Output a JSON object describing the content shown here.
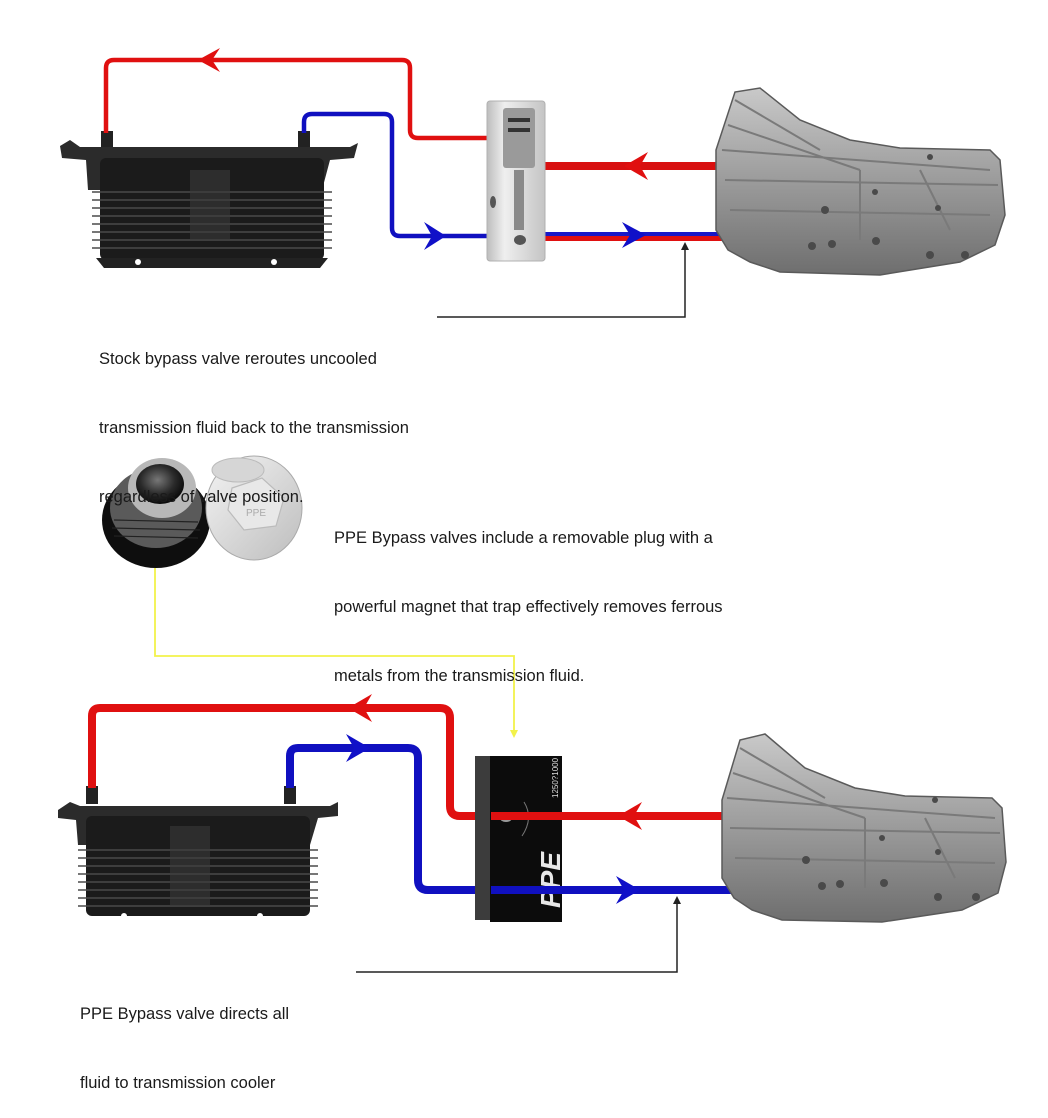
{
  "diagram": {
    "title": "Stock vs PPE transmission cooler bypass valve flow",
    "colors": {
      "hot_line": "#e01010",
      "cool_line": "#1010c8",
      "callout_line": "#222222",
      "plug_callout_line": "#f2f24a",
      "cooler": "#1c1c1c",
      "transmission": "#9a9a9a",
      "stock_valve": "#d4d4d4",
      "ppe_valve": "#111111"
    },
    "top_section": {
      "components": {
        "cooler": "transmission-cooler",
        "valve": "stock-bypass-valve",
        "transmission": "transmission"
      },
      "flow_arrows": [
        {
          "line": "hot",
          "direction": "left"
        },
        {
          "line": "hot",
          "direction": "left"
        },
        {
          "line": "cool",
          "direction": "right"
        },
        {
          "line": "cool-mixed",
          "direction": "right"
        }
      ],
      "caption": {
        "lines": [
          "Stock bypass valve reroutes uncooled",
          "transmission fluid back to the transmission",
          "regardless of valve position."
        ]
      }
    },
    "plug_section": {
      "components": [
        "magnetic-drain-plug",
        "removable-plug"
      ],
      "plug_logo": "PPE",
      "caption": {
        "lines": [
          "PPE Bypass valves include a removable plug with a",
          "powerful magnet that trap effectively removes ferrous",
          "metals from the transmission fluid."
        ]
      }
    },
    "bottom_section": {
      "components": {
        "cooler": "transmission-cooler",
        "valve": "ppe-bypass-valve",
        "transmission": "transmission"
      },
      "valve_label": {
        "brand": "PPE",
        "part_number": "1250?1000"
      },
      "flow_arrows": [
        {
          "line": "hot",
          "direction": "left"
        },
        {
          "line": "hot",
          "direction": "left"
        },
        {
          "line": "cool",
          "direction": "right"
        },
        {
          "line": "cool",
          "direction": "right"
        }
      ],
      "caption": {
        "lines": [
          "PPE Bypass valve directs all",
          "fluid to transmission cooler"
        ]
      }
    }
  }
}
